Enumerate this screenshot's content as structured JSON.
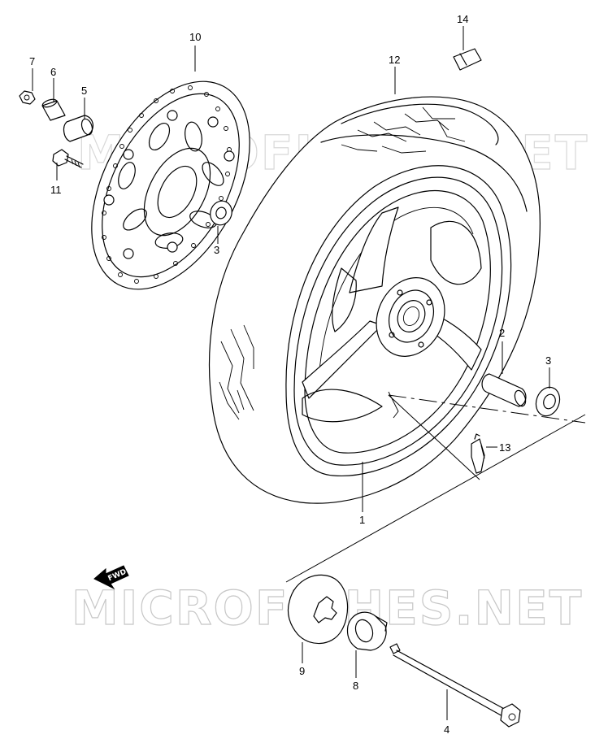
{
  "watermark": "MICROFICHES.NET",
  "fwd_text": "FWD",
  "callouts": {
    "p1": "1",
    "p2": "2",
    "p3a": "3",
    "p3b": "3",
    "p4": "4",
    "p5": "5",
    "p6": "6",
    "p7": "7",
    "p8": "8",
    "p9": "9",
    "p10": "10",
    "p11": "11",
    "p12": "12",
    "p13": "13",
    "p14": "14"
  }
}
